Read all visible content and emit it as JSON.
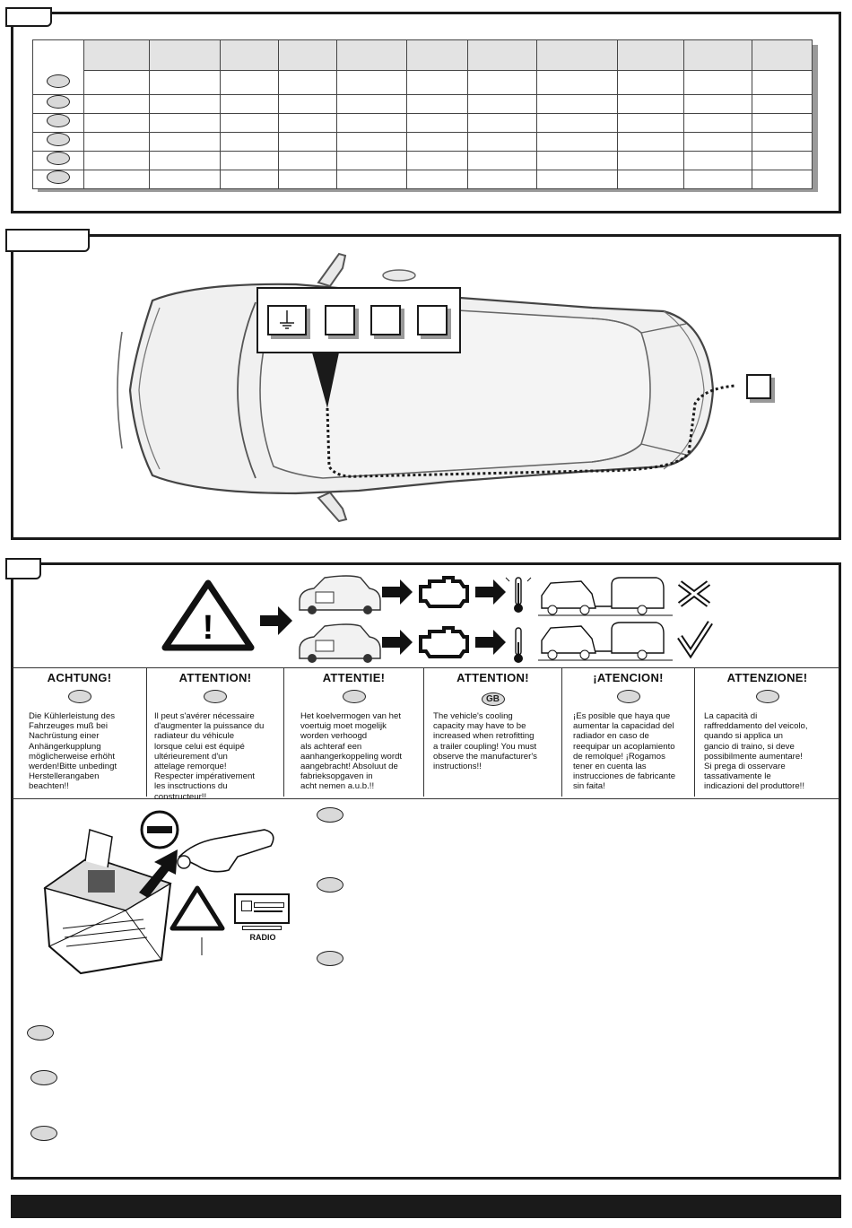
{
  "fitting_table": {
    "rows": 6,
    "columns": 11,
    "row_markers": [
      "",
      "",
      "",
      "",
      "",
      ""
    ]
  },
  "wiring_diagram": {
    "socket_symbols": [
      "ground-symbol",
      "empty-box",
      "empty-box",
      "empty-box"
    ],
    "rear_box": "empty-box"
  },
  "cooling_notice": {
    "row_top_status": "cross-mark-icon",
    "row_bottom_status": "check-mark-icon",
    "columns": [
      {
        "title": "ACHTUNG!",
        "badge": "",
        "text": "Die Kühlerleistung des\nFahrzeuges muß bei\nNachrüstung einer\nAnhängerkupplung\nmöglicherweise erhöht\nwerden!Bitte unbedingt\nHerstellerangaben\nbeachten!!"
      },
      {
        "title": "ATTENTION!",
        "badge": "",
        "text": "Il peut s'avérer nécessaire\nd'augmenter la puissance du\nradiateur du véhicule\nlorsque celui est équipé\nultérieurement d'un\nattelage remorque!\nRespecter impérativement\nles insctructions du\nconstructeur!!"
      },
      {
        "title": "ATTENTIE!",
        "badge": "",
        "text": "Het koelvermogen van het\nvoertuig moet mogelijk\nworden verhoogd\nals achteraf een\naanhangerkoppeling wordt\naangebracht! Absoluut de\nfabrieksopgaven in\nacht nemen a.u.b.!!"
      },
      {
        "title": "ATTENTION!",
        "badge": "GB",
        "text": "The vehicle's cooling\ncapacity may have to be\nincreased when retrofitting\na trailer coupling! You must\nobserve the manufacturer's\ninstructions!!"
      },
      {
        "title": "¡ATENCION!",
        "badge": "",
        "text": "¡Es posible que haya que\naumentar la capacidad del\nradiador en caso de\nreequipar un acoplamiento\nde remolque! ¡Rogamos\ntener en cuenta las\ninstrucciones de fabricante\nsin faita!"
      },
      {
        "title": "ATTENZIONE!",
        "badge": "",
        "text": "La capacità di\nraffreddamento del veicolo,\nquando si applica un\ngancio di traino, si deve\npossibilmente aumentare!\nSi prega di osservare\ntassativamente le\nindicazioni del produttore!!"
      }
    ]
  },
  "battery_section": {
    "radio_label": "RADIO",
    "minus_symbol": "minus-icon"
  }
}
